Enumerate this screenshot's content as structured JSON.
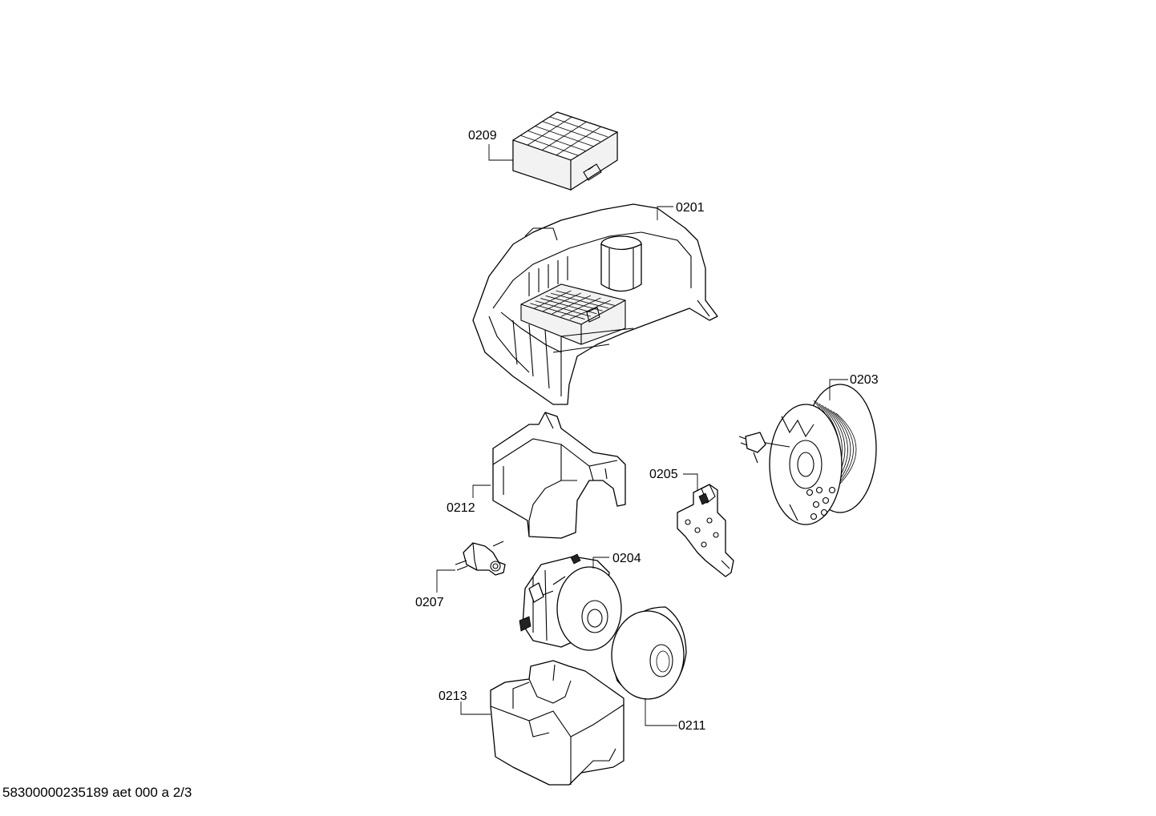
{
  "parts": {
    "p0209": "0209",
    "p0201": "0201",
    "p0203": "0203",
    "p0205": "0205",
    "p0212": "0212",
    "p0204": "0204",
    "p0207": "0207",
    "p0213": "0213",
    "p0211": "0211"
  },
  "footer": "58300000235189 aet 000 a 2/3"
}
